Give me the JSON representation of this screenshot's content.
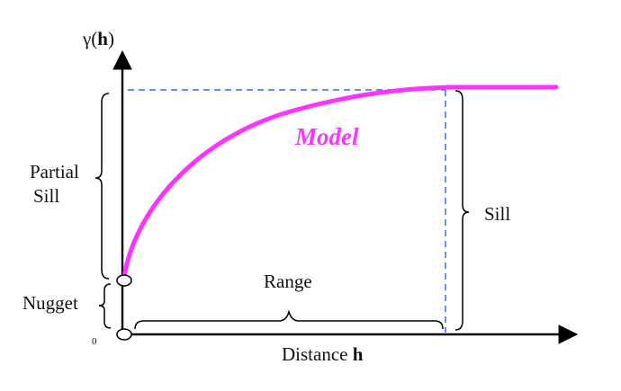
{
  "title": "",
  "y_axis_label": {
    "prefix": "γ(",
    "bold": "h",
    "suffix": ")"
  },
  "x_axis_label": {
    "prefix": "Distance ",
    "bold": "h"
  },
  "origin_label": "0",
  "curve_label": "Model",
  "annotations": {
    "partial_sill": [
      "Partial",
      "Sill"
    ],
    "sill": "Sill",
    "nugget": "Nugget",
    "range": "Range"
  },
  "colors": {
    "model_curve": "#ff33ff",
    "model_text": "#ff33ff",
    "guide_lines": "#3366ff",
    "axes": "#000000"
  }
}
